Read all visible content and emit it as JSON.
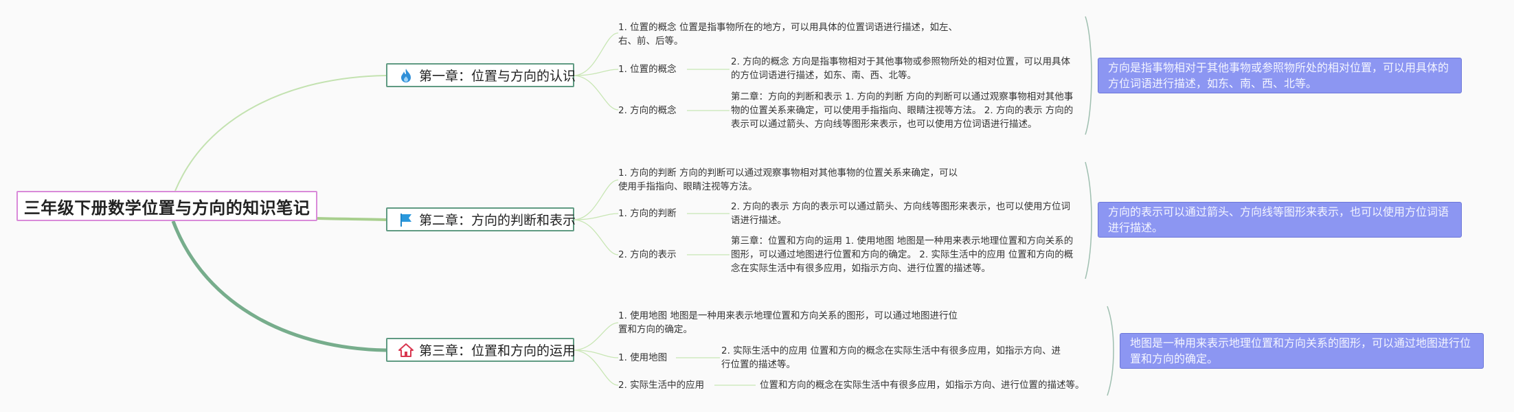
{
  "root": {
    "title": "三年级下册数学位置与方向的知识笔记"
  },
  "chapters": [
    {
      "title": "第一章：位置与方向的认识",
      "icon": "fire-icon",
      "items": [
        "1. 位置的概念 位置是指事物所在的地方，可以用具体的位置词语进行描述，如左、右、前、后等。",
        "1. 位置的概念",
        "2. 方向的概念"
      ],
      "details": [
        "2. 方向的概念 方向是指事物相对于其他事物或参照物所处的相对位置，可以用具体的方位词语进行描述，如东、南、西、北等。",
        "第二章：方向的判断和表示 1. 方向的判断 方向的判断可以通过观察事物相对其他事物的位置关系来确定，可以使用手指指向、眼睛注视等方法。 2. 方向的表示 方向的表示可以通过箭头、方向线等图形来表示，也可以使用方位词语进行描述。"
      ],
      "summary": "方向是指事物相对于其他事物或参照物所处的相对位置，可以用具体的方位词语进行描述，如东、南、西、北等。"
    },
    {
      "title": "第二章：方向的判断和表示",
      "icon": "flag-icon",
      "items": [
        "1. 方向的判断 方向的判断可以通过观察事物相对其他事物的位置关系来确定，可以使用手指指向、眼睛注视等方法。",
        "1. 方向的判断",
        "2. 方向的表示"
      ],
      "details": [
        "2. 方向的表示 方向的表示可以通过箭头、方向线等图形来表示，也可以使用方位词语进行描述。",
        "第三章：位置和方向的运用 1. 使用地图 地图是一种用来表示地理位置和方向关系的图形，可以通过地图进行位置和方向的确定。 2. 实际生活中的应用 位置和方向的概念在实际生活中有很多应用，如指示方向、进行位置的描述等。"
      ],
      "summary": "方向的表示可以通过箭头、方向线等图形来表示，也可以使用方位词语进行描述。"
    },
    {
      "title": "第三章：位置和方向的运用",
      "icon": "house-icon",
      "items": [
        "1. 使用地图 地图是一种用来表示地理位置和方向关系的图形，可以通过地图进行位置和方向的确定。",
        "1. 使用地图",
        "2. 实际生活中的应用"
      ],
      "details": [
        "2. 实际生活中的应用 位置和方向的概念在实际生活中有很多应用，如指示方向、进行位置的描述等。",
        "位置和方向的概念在实际生活中有很多应用，如指示方向、进行位置的描述等。"
      ],
      "summary": "地图是一种用来表示地理位置和方向关系的图形，可以通过地图进行位置和方向的确定。"
    }
  ],
  "colors": {
    "root_border": "#d98ad9",
    "chapter_border": "#5f9a82",
    "branch_1": "#b9dba6",
    "branch_2": "#a8cf8e",
    "branch_3": "#6fa884",
    "summary_fill": "#8c96f2"
  }
}
